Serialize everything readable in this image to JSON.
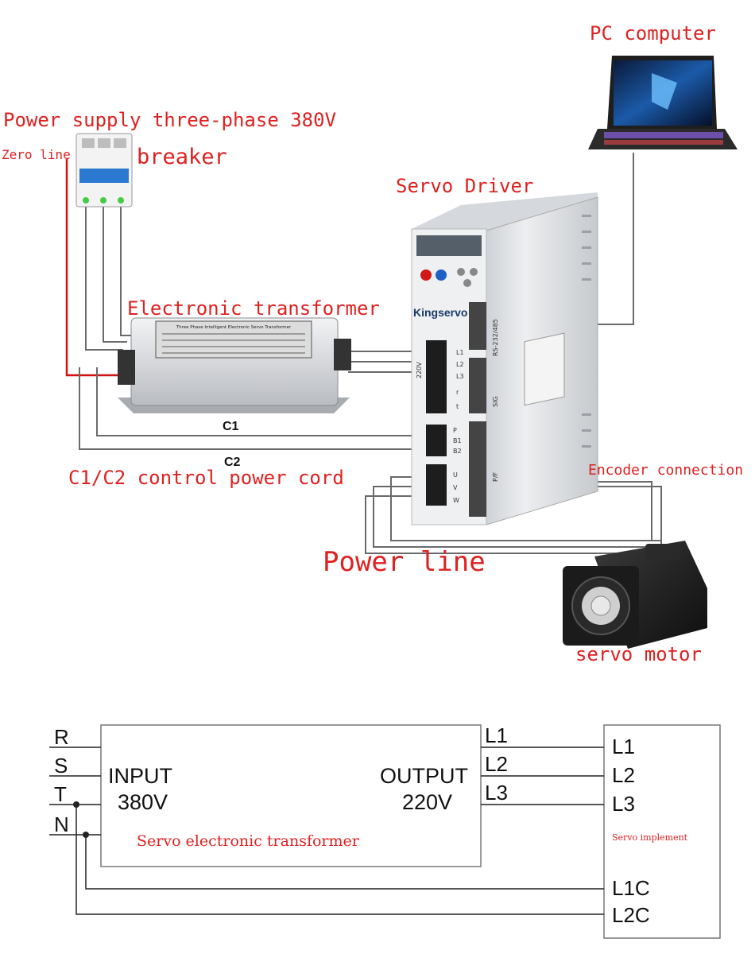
{
  "labels": {
    "pc_computer": "PC computer",
    "power_supply": "Power supply three-phase 380V",
    "zero_line": "Zero line",
    "breaker": "breaker",
    "servo_driver": "Servo Driver",
    "electronic_transformer": "Electronic transformer",
    "c1": "C1",
    "c2": "C2",
    "control_power_cord": "C1/C2 control power cord",
    "encoder_connection": "Encoder connection",
    "power_line": "Power line",
    "servo_motor": "servo motor"
  },
  "device": {
    "brand": "Kingservo",
    "port_rs": "RS-232/485",
    "port_sig": "SIG",
    "port_pf": "P/F",
    "voltage_tag": "220V",
    "terminals_main": [
      "L1",
      "L2",
      "L3",
      "r",
      "t"
    ],
    "terminals_brake": [
      "P",
      "B1",
      "B2"
    ],
    "terminals_motor": [
      "U",
      "V",
      "W"
    ],
    "transformer_plate": "Three Phase Intelligent Electronic Servo Transformer"
  },
  "schematic": {
    "inputs": [
      "R",
      "S",
      "T",
      "N"
    ],
    "input_title": "INPUT",
    "input_voltage": "380V",
    "output_title": "OUTPUT",
    "output_voltage": "220V",
    "box_caption": "Servo electronic transformer",
    "out_lines": [
      "L1",
      "L2",
      "L3"
    ],
    "implement_terminals": [
      "L1",
      "L2",
      "L3",
      "L1C",
      "L2C"
    ],
    "implement_caption": "Servo implement"
  },
  "colors": {
    "label_red": "#e02020",
    "wire_gray": "#6a6a6a",
    "neutral_red": "#d41010",
    "breaker_blue": "#2a78d0",
    "drive_body": "#e4e6e8",
    "line_dark": "#222222"
  }
}
